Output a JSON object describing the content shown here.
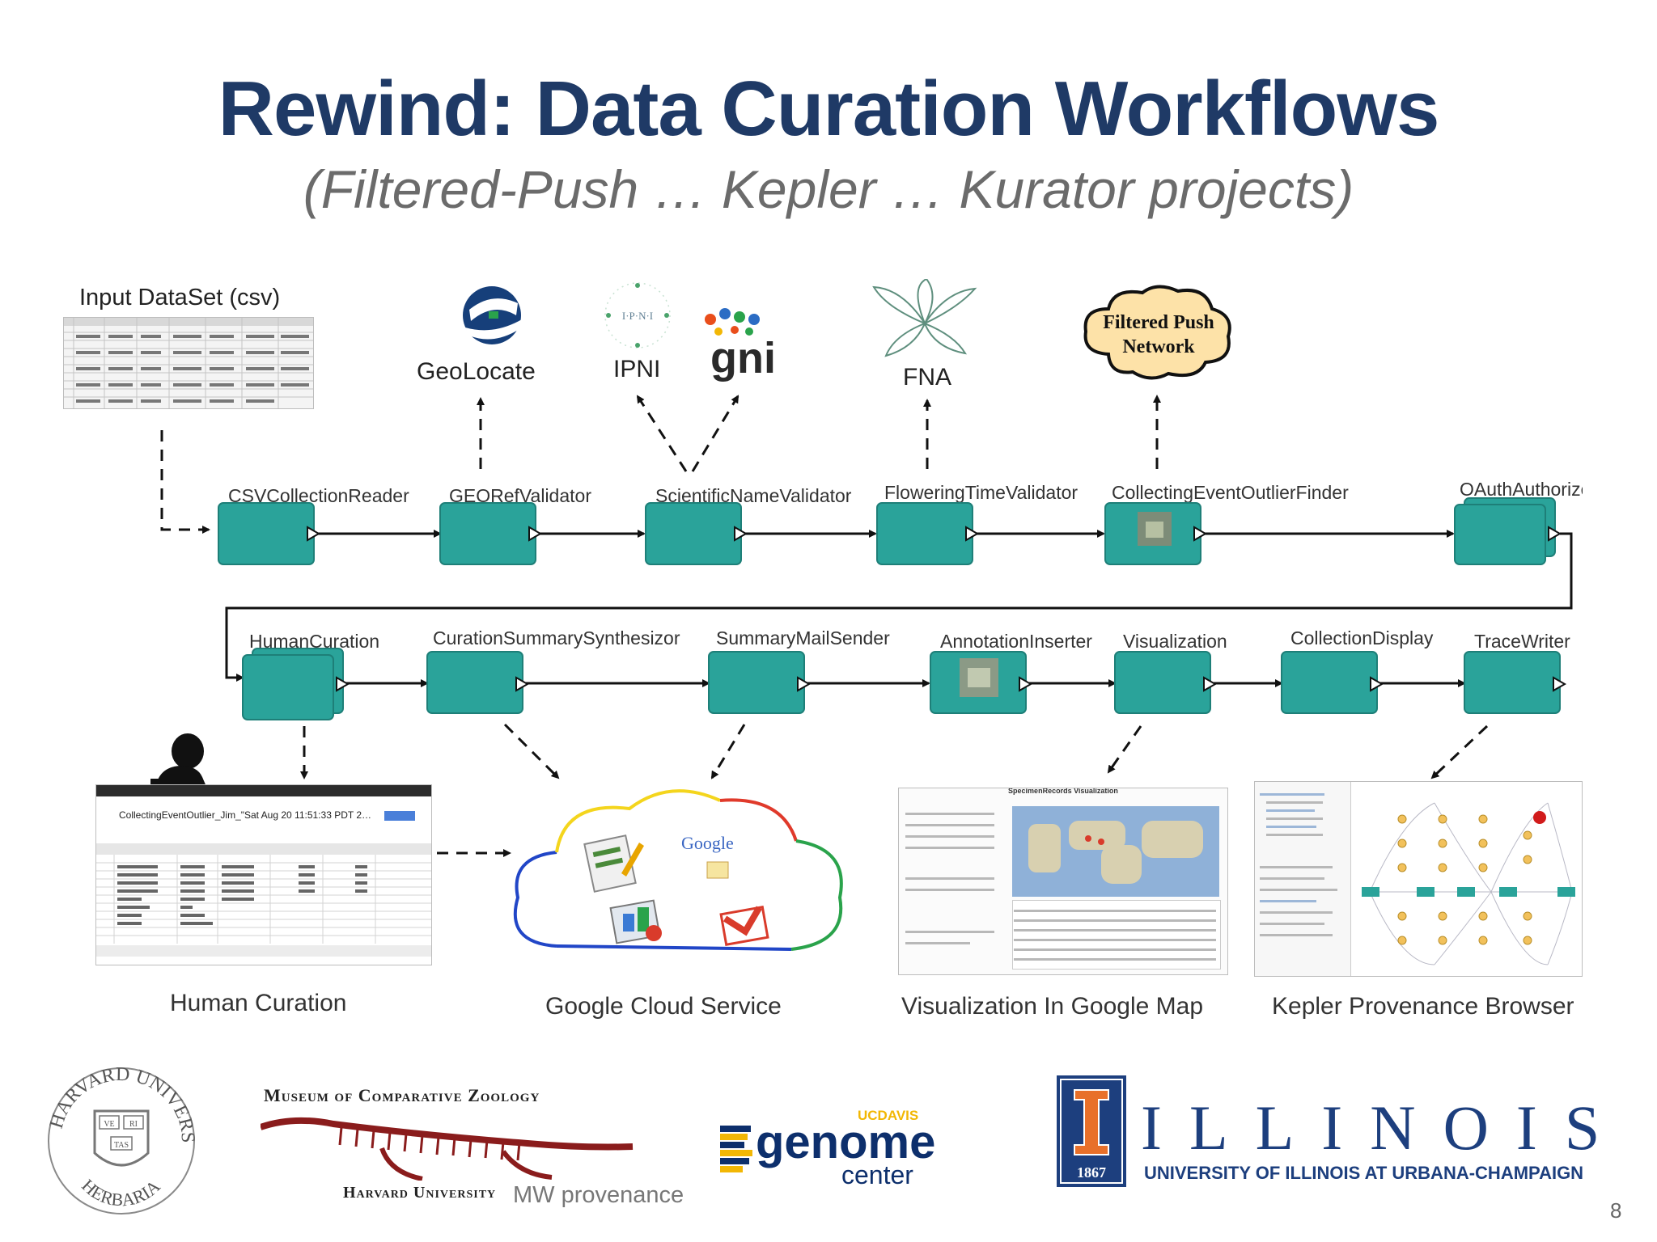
{
  "header": {
    "title": "Rewind: Data Curation Workflows",
    "subtitle": "(Filtered-Push … Kepler … Kurator projects)"
  },
  "input": {
    "label": "Input DataSet (csv)"
  },
  "services": {
    "geolocate": "GeoLocate",
    "ipni": "IPNI",
    "gni": "gni",
    "fna": "FNA",
    "filtered_push": [
      "Filtered Push",
      "Network"
    ],
    "ipni_logo_text": "I·P·N·I"
  },
  "actors_row1": [
    "CSVCollectionReader",
    "GEORefValidator",
    "ScientificNameValidator",
    "FloweringTimeValidator",
    "CollectingEventOutlierFinder",
    "OAuthAuthorize"
  ],
  "actors_row2": [
    "HumanCuration",
    "CurationSummarySynthesizor",
    "SummaryMailSender",
    "AnnotationInserter",
    "Visualization",
    "CollectionDisplay",
    "TraceWriter"
  ],
  "screenshots": {
    "human_curation_doc_title": "CollectingEventOutlier_Jim_\"Sat Aug 20 11:51:33 PDT 2…",
    "visualization_title": "SpecimenRecords Visualization",
    "google_maps_text": "Google"
  },
  "captions": [
    "Human Curation",
    "Google Cloud Service",
    "Visualization In Google Map",
    "Kepler Provenance Browser"
  ],
  "footer": {
    "harvard_seal": [
      "HARVARD UNIVERSITY",
      "HERBARIA",
      "VE",
      "RI",
      "TAS"
    ],
    "mcz": "Museum of Comparative Zoology",
    "harvard": "Harvard University",
    "provenance": "MW provenance",
    "ucdavis": "UCDAVIS",
    "genome": "genome",
    "center": "center",
    "illinois": "ILLINOIS",
    "uiuc": "UNIVERSITY OF ILLINOIS AT URBANA-CHAMPAIGN",
    "illinois_year": "1867",
    "page_number": "8"
  },
  "colors": {
    "title": "#1f3a66",
    "actor": "#2aa39a",
    "illinois_blue": "#1d3f7e",
    "illinois_orange": "#e8702a",
    "filtered_push_fill": "#fde2a8",
    "gmail_red": "#d93b2b"
  }
}
